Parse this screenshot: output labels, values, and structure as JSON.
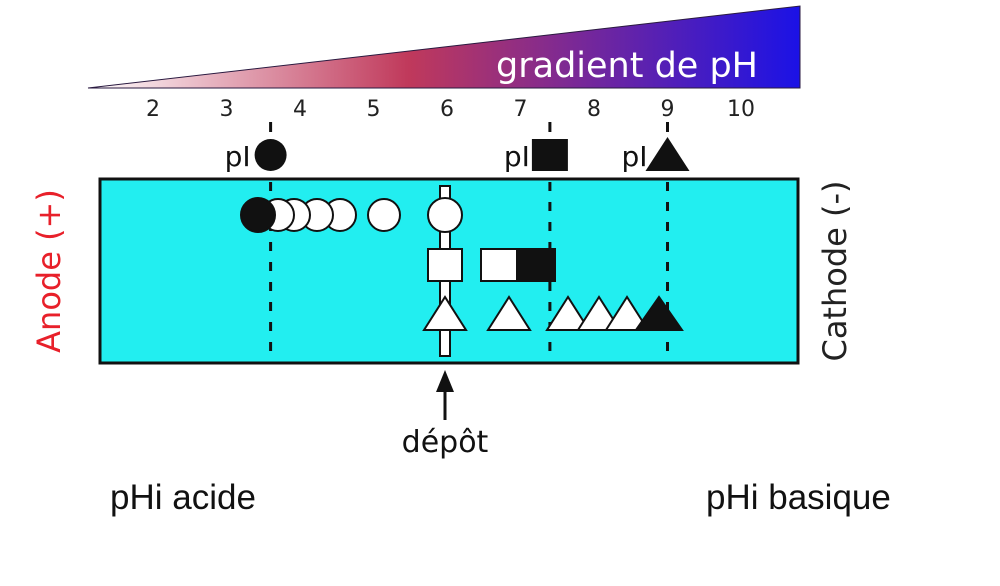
{
  "gradient": {
    "title": "gradient de pH",
    "color_start": "#ffffff",
    "color_mid": "#c0395b",
    "color_end": "#1b12e6"
  },
  "ph_scale": {
    "ticks": [
      "2",
      "3",
      "4",
      "5",
      "6",
      "7",
      "8",
      "9",
      "10"
    ]
  },
  "pi_markers": [
    {
      "label": "pI",
      "shape": "circle",
      "ph": 3.6
    },
    {
      "label": "pI",
      "shape": "square",
      "ph": 7.4
    },
    {
      "label": "pI",
      "shape": "triangle",
      "ph": 9.0
    }
  ],
  "gel": {
    "background": "#22eef0",
    "anode_label": "Anode (+)",
    "anode_color": "#e8202a",
    "cathode_label": "Cathode (-)",
    "cathode_color": "#222222"
  },
  "deposit": {
    "label": "dépôt"
  },
  "captions": {
    "left": "pHi acide",
    "right": "pHi basique"
  }
}
